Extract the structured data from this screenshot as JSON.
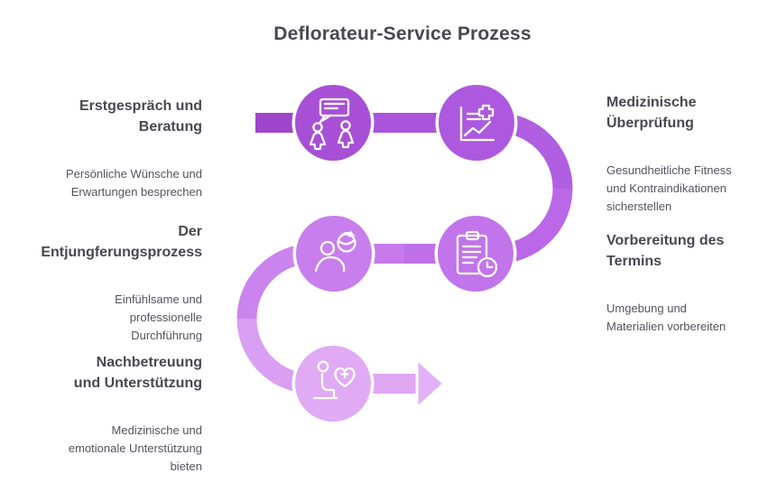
{
  "title": "Deflorateur-Service Prozess",
  "text_colors": {
    "heading": "#4a4750",
    "body": "#56525c"
  },
  "flow": {
    "casing_color": "#ffffff",
    "segment_colors": [
      "#9e45cb",
      "#a954da",
      "#b05ee2",
      "#ba68e7",
      "#bf70e9",
      "#c77aec",
      "#cb84ed",
      "#d99ff2",
      "#dfa7f4"
    ],
    "node_colors": [
      "#a750d5",
      "#ad59df",
      "#c87eec",
      "#c274ea",
      "#e0aaf5"
    ],
    "arrow_color": "#e3b1f6"
  },
  "steps": [
    {
      "id": 1,
      "icon": "conversation-icon",
      "heading": "Erstgespräch und\nBeratung",
      "body": "Persönliche Wünsche und\nErwartungen besprechen"
    },
    {
      "id": 2,
      "icon": "medical-check-icon",
      "heading": "Medizinische\nÜberprüfung",
      "body": "Gesundheitliche Fitness\nund Kontraindikationen\nsicherstellen"
    },
    {
      "id": 3,
      "icon": "appointment-prep-icon",
      "heading": "Vorbereitung des\nTermins",
      "body": "Umgebung und\nMaterialien vorbereiten"
    },
    {
      "id": 4,
      "icon": "process-icon",
      "heading": "Der\nEntjungferungsprozess",
      "body": "Einfühlsame und\nprofessionelle\nDurchführung"
    },
    {
      "id": 5,
      "icon": "aftercare-icon",
      "heading": "Nachbetreuung\nund Unterstützung",
      "body": "Medizinische und\nemotionale Unterstützung\nbieten"
    }
  ]
}
